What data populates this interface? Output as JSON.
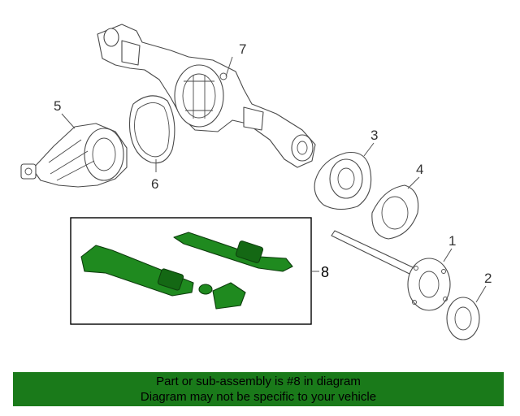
{
  "diagram": {
    "callouts": {
      "c1": "1",
      "c2": "2",
      "c3": "3",
      "c4": "4",
      "c5": "5",
      "c6": "6",
      "c7": "7",
      "c8": "8"
    },
    "highlight_color": "#1f8a1f"
  },
  "banner": {
    "line1": "Part or sub-assembly is #8 in diagram",
    "line2": "Diagram may not be specific to your vehicle",
    "background": "#1a7a1a"
  }
}
